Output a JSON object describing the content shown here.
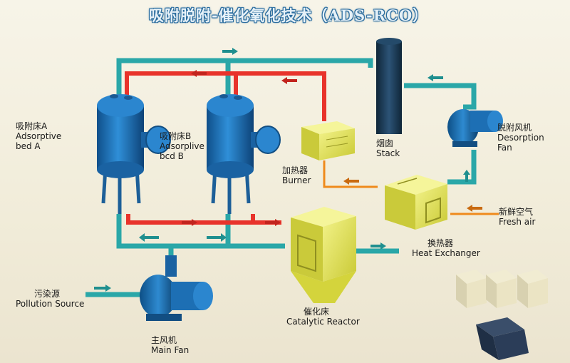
{
  "title": "吸附脱附-催化氧化技术（ADS-RCO）",
  "labels": {
    "bed_a": {
      "cn": "吸附床A",
      "en1": "Adsorptive",
      "en2": "bed A"
    },
    "bed_b": {
      "cn": "吸附床B",
      "en1": "Adsorplive",
      "en2": "bcd B"
    },
    "burner": {
      "cn": "加热器",
      "en": "Burner"
    },
    "stack": {
      "cn": "烟囱",
      "en": "Stack"
    },
    "desorption_fan": {
      "cn": "脱附风机",
      "en1": "Desorption",
      "en2": "Fan"
    },
    "fresh_air": {
      "cn": "新鲜空气",
      "en": "Fresh air"
    },
    "heat_exchanger": {
      "cn": "换热器",
      "en": "Heat Exchanger"
    },
    "catalytic_reactor": {
      "cn": "催化床",
      "en": "Catalytic Reactor"
    },
    "pollution_source": {
      "cn": "污染源",
      "en": "Pollution Source"
    },
    "main_fan": {
      "cn": "主风机",
      "en": "Main Fan"
    }
  },
  "colors": {
    "clean_pipe": "#2aa7a8",
    "hot_pipe": "#e8332b",
    "warm_pipe": "#ef8a1c",
    "tank": "#1d6fb4",
    "yellow_equipment": "#e0e04a",
    "stack": "#17344f",
    "title_outline": "#2a6c9e"
  }
}
